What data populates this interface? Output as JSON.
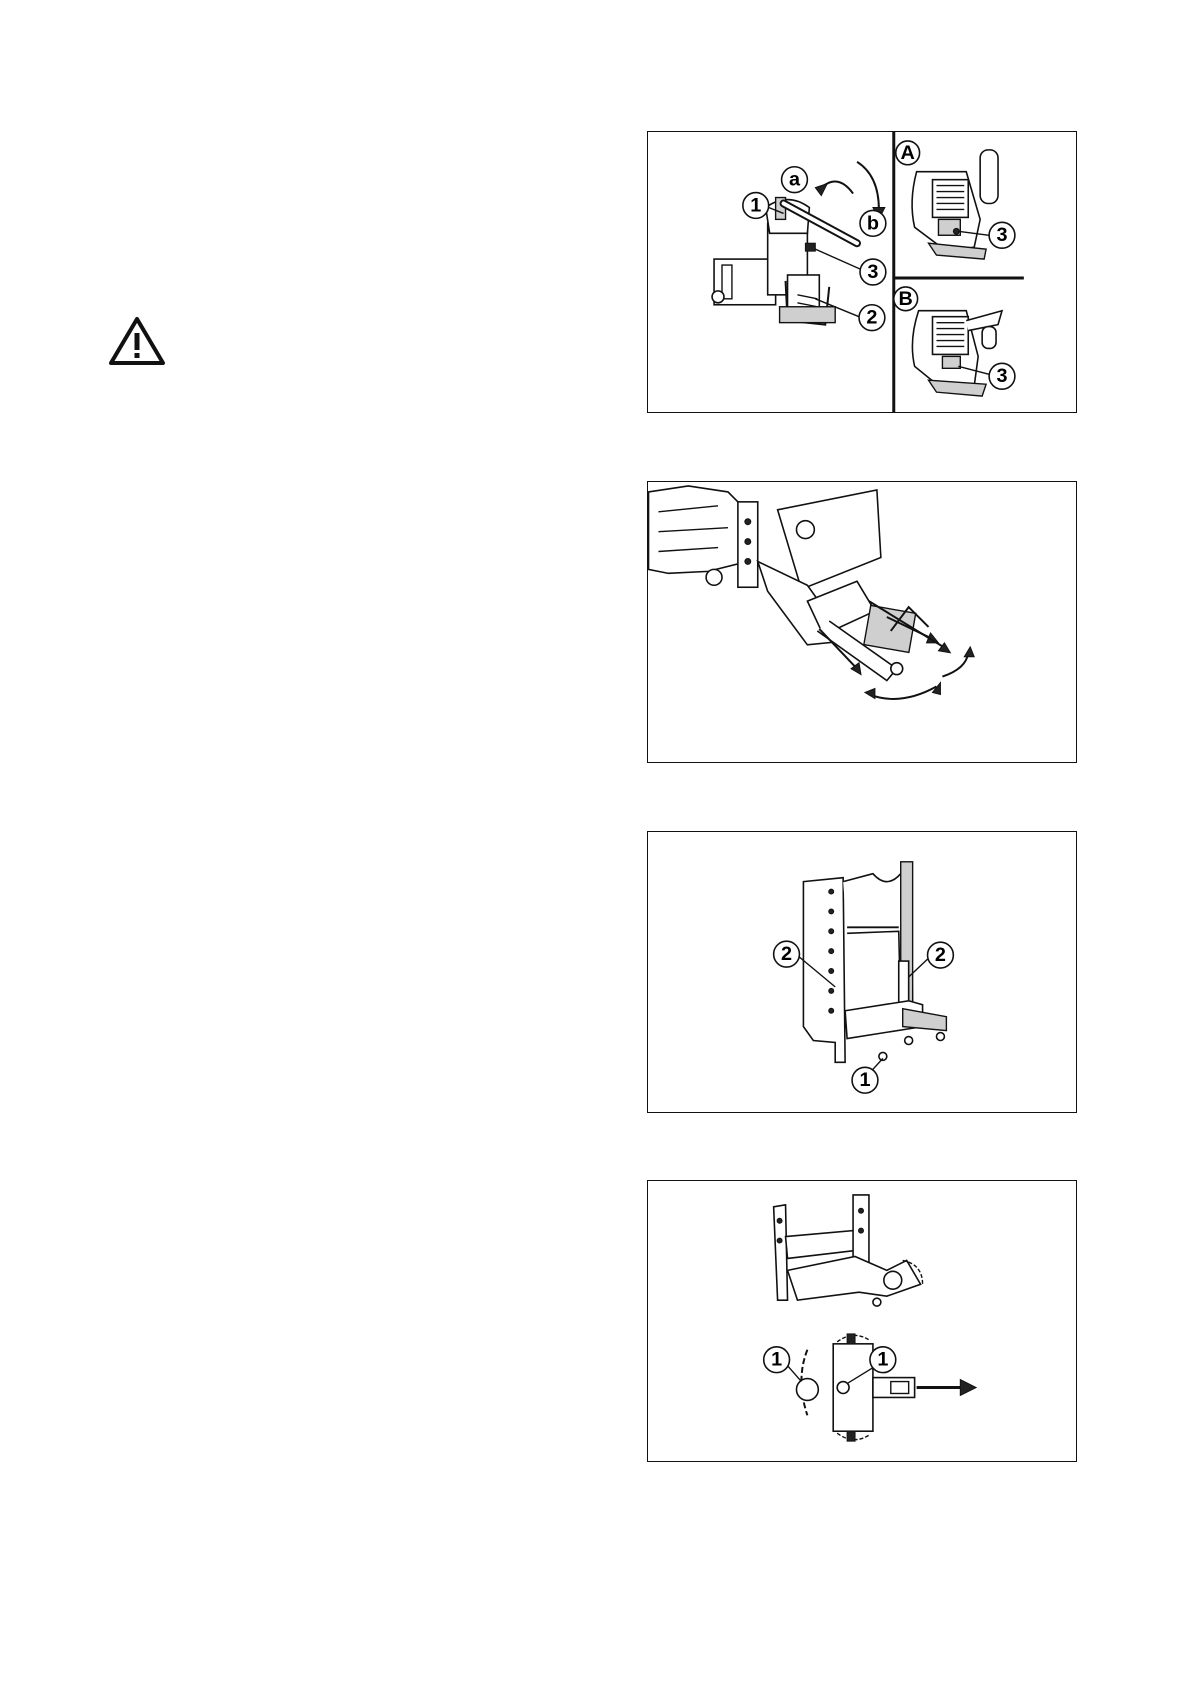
{
  "warning": {
    "icon": "warning-triangle-icon"
  },
  "figures": [
    {
      "name": "figure-hitch-hook",
      "callouts": {
        "c1": "1",
        "c2": "2",
        "c3a": "3",
        "ca": "a",
        "cb": "b",
        "pa": "A",
        "pa3": "3",
        "pb": "B",
        "pb3": "3"
      }
    },
    {
      "name": "figure-drawbar-swing"
    },
    {
      "name": "figure-hitch-bracket",
      "callouts": {
        "l2": "2",
        "r2": "2",
        "b1": "1"
      }
    },
    {
      "name": "figure-hitch-removal",
      "callouts": {
        "l1": "1",
        "r1": "1"
      }
    }
  ]
}
